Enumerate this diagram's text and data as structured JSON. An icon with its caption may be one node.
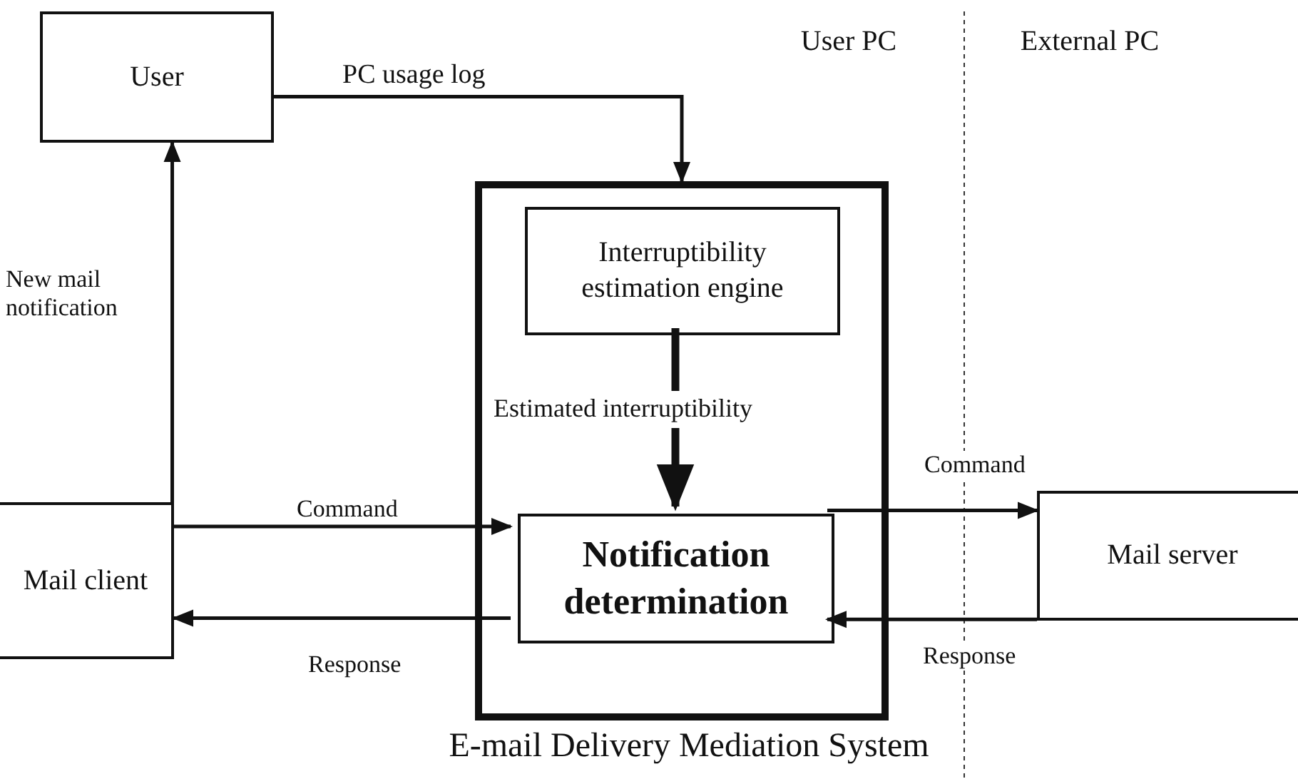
{
  "diagram": {
    "nodes": [
      {
        "text": [
          "User"
        ]
      },
      {
        "text": [
          "E-mail Delivery Mediation System"
        ]
      },
      {
        "text": [
          "Interruptibility estimation engine"
        ],
        "in": 1
      },
      {
        "text": [
          "Notification determination"
        ],
        "in": 1
      },
      {
        "text": [
          "Mail client"
        ]
      },
      {
        "text": [
          "Mail server"
        ]
      }
    ],
    "edges": [
      {
        "from": 0,
        "to": 1,
        "arrow": "to",
        "label": "PC usage log"
      },
      {
        "from": 4,
        "to": 0,
        "arrow": "to",
        "label": "New mail notification"
      },
      {
        "from": 2,
        "to": 3,
        "arrow": "to",
        "label": "Estimated interruptibility",
        "style": "thick"
      },
      {
        "from": 4,
        "to": 3,
        "arrow": "to",
        "label": "Command"
      },
      {
        "from": 3,
        "to": 4,
        "arrow": "to",
        "label": "Response"
      },
      {
        "from": 3,
        "to": 5,
        "arrow": "to",
        "label": "Command"
      },
      {
        "from": 5,
        "to": 3,
        "arrow": "to",
        "label": "Response"
      }
    ],
    "labels": [
      "User PC",
      "External PC"
    ]
  }
}
